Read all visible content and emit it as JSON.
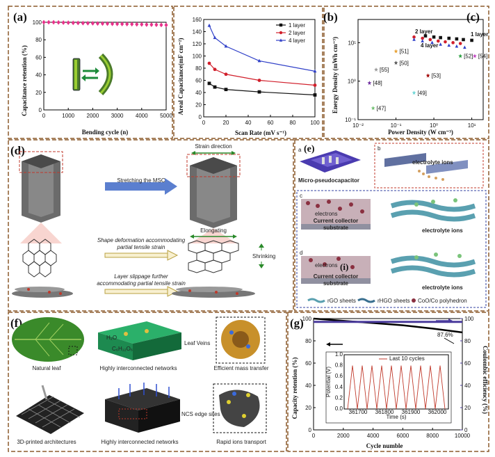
{
  "panels": {
    "a": {
      "label": "(a)"
    },
    "b": {
      "label": "(b)"
    },
    "c": {
      "label": "(c)"
    },
    "d": {
      "label": "(d)"
    },
    "e": {
      "label": "(e)"
    },
    "f": {
      "label": "(f)"
    },
    "g": {
      "label": "(g)"
    }
  },
  "chart_data": [
    {
      "id": "a",
      "type": "line",
      "xlabel": "Bending cycle (n)",
      "ylabel": "Capacitance retention (%)",
      "xlim": [
        0,
        5000
      ],
      "ylim": [
        0,
        100
      ],
      "xticks": [
        0,
        1000,
        2000,
        3000,
        4000,
        5000
      ],
      "yticks": [
        0,
        20,
        40,
        60,
        80,
        100
      ],
      "series": [
        {
          "color": "#e8338b",
          "marker": "diamond",
          "x": [
            0,
            200,
            400,
            600,
            800,
            1000,
            1200,
            1400,
            1600,
            1800,
            2000,
            2200,
            2400,
            2600,
            2800,
            3000,
            3200,
            3400,
            3600,
            3800,
            4000,
            4200,
            4400,
            4600,
            4800,
            5000
          ],
          "y": [
            100,
            100,
            100,
            99.8,
            99.6,
            99.5,
            99.3,
            99.2,
            99,
            98.9,
            98.8,
            98.6,
            98.5,
            98.4,
            98.2,
            98.1,
            98,
            97.9,
            97.8,
            97.6,
            97.5,
            97.3,
            97.2,
            97.1,
            96.9,
            96.8
          ]
        }
      ]
    },
    {
      "id": "b",
      "type": "line",
      "xlabel": "Scan Rate (mV s⁻¹)",
      "ylabel": "Areal Capacitance(mF cm⁻²)",
      "xlim": [
        0,
        100
      ],
      "ylim": [
        0,
        160
      ],
      "xticks": [
        0,
        20,
        40,
        60,
        80,
        100
      ],
      "yticks": [
        0,
        20,
        40,
        60,
        80,
        100,
        120,
        140,
        160
      ],
      "legend_position": "top-right",
      "series": [
        {
          "name": "1 layer",
          "color": "#111111",
          "marker": "square",
          "x": [
            5,
            10,
            20,
            50,
            100
          ],
          "y": [
            55,
            49,
            45,
            41,
            36
          ]
        },
        {
          "name": "2 layer",
          "color": "#d11f2b",
          "marker": "circle",
          "x": [
            5,
            10,
            20,
            50,
            100
          ],
          "y": [
            88,
            78,
            70,
            60,
            52
          ]
        },
        {
          "name": "4 layer",
          "color": "#3040c8",
          "marker": "triangle",
          "x": [
            5,
            10,
            20,
            50,
            100
          ],
          "y": [
            150,
            130,
            116,
            92,
            75
          ]
        }
      ]
    },
    {
      "id": "c",
      "type": "scatter",
      "xlabel": "Power Density (W cm⁻³)",
      "ylabel": "Energy Density (mWh cm⁻³)",
      "xscale": "log",
      "yscale": "log",
      "xlim": [
        0.01,
        20
      ],
      "ylim": [
        0.1,
        40
      ],
      "xticks": [
        "10⁻²",
        "10⁻¹",
        "10⁰",
        "10¹"
      ],
      "yticks": [
        "10⁻¹",
        "10⁰",
        "10¹"
      ],
      "series_labels": [
        {
          "name": "1 layer",
          "color": "#111111",
          "marker": "square",
          "x": [
            0.6,
            1,
            1.5,
            2.5,
            4,
            6,
            10
          ],
          "y": [
            15,
            14,
            13.5,
            13,
            12.5,
            12,
            11.5
          ]
        },
        {
          "name": "2 layer",
          "color": "#d11f2b",
          "marker": "circle",
          "x": [
            0.3,
            0.5,
            0.8,
            1.3,
            2,
            3.2,
            5
          ],
          "y": [
            14,
            13,
            12,
            11,
            10.5,
            10,
            9.5
          ]
        },
        {
          "name": "4 layer",
          "color": "#3040c8",
          "marker": "triangle",
          "x": [
            0.3,
            0.5,
            0.9,
            1.5,
            2.5,
            4,
            6.5
          ],
          "y": [
            12,
            11,
            10,
            9,
            8.5,
            8,
            7.5
          ]
        }
      ],
      "references": [
        {
          "name": "[51]",
          "color": "#e8a030",
          "x": 0.1,
          "y": 6
        },
        {
          "name": "[50]",
          "color": "#555555",
          "x": 0.1,
          "y": 3
        },
        {
          "name": "[52]",
          "color": "#2aa040",
          "x": 5,
          "y": 4.5
        },
        {
          "name": "[54]",
          "color": "#c040c0",
          "x": 12,
          "y": 4.5
        },
        {
          "name": "[53]",
          "color": "#a00000",
          "x": 0.7,
          "y": 1.4
        },
        {
          "name": "[55]",
          "color": "#999999",
          "x": 0.03,
          "y": 2
        },
        {
          "name": "[48]",
          "color": "#7030a0",
          "x": 0.02,
          "y": 0.9
        },
        {
          "name": "[49]",
          "color": "#6fd6d6",
          "x": 0.3,
          "y": 0.5
        },
        {
          "name": "[47]",
          "color": "#70c070",
          "x": 0.025,
          "y": 0.2
        }
      ]
    },
    {
      "id": "g",
      "type": "line",
      "xlabel": "Cycle numble",
      "ylabel": "Capacity retention (%)",
      "y2label": "Coulombic efficiency (%)",
      "xlim": [
        0,
        10000
      ],
      "ylim": [
        0,
        100
      ],
      "y2lim": [
        0,
        100
      ],
      "xticks": [
        0,
        2000,
        4000,
        6000,
        8000,
        10000
      ],
      "yticks": [
        0,
        20,
        40,
        60,
        80,
        100
      ],
      "y2ticks": [
        0,
        20,
        40,
        60,
        80,
        100
      ],
      "annotation": "87.6%",
      "series": [
        {
          "axis": "left",
          "color": "#000000",
          "x": [
            0,
            2000,
            4000,
            6000,
            8000,
            10000
          ],
          "y": [
            100,
            98,
            96,
            94,
            91,
            87.6
          ]
        },
        {
          "axis": "right",
          "color": "#4a3b9c",
          "x": [
            0,
            2000,
            4000,
            6000,
            8000,
            10000
          ],
          "y": [
            97,
            97,
            97,
            97,
            97,
            97
          ]
        }
      ],
      "inset": {
        "legend": "Last 10 cycles",
        "xlabel": "Time (s)",
        "ylabel": "Potential (V)",
        "xticks": [
          "361700",
          "361800",
          "361900",
          "362000"
        ],
        "yticks": [
          "0.0",
          "0.2",
          "0.4",
          "0.6",
          "0.8",
          "1.0"
        ],
        "cycles": 10,
        "peak_v": 0.8,
        "color": "#c0392b"
      }
    }
  ],
  "panel_d": {
    "stretching": "Stretching the MSC",
    "strain_direction": "Strain direction",
    "elongating": "Elongating",
    "shrinking": "Shrinking",
    "shape_def_1": "Shape deformation accommodating",
    "shape_def_2": "partial tensile strain",
    "layer_slip_1": "Layer slippage further",
    "layer_slip_2": "accommodating partial tensile strain"
  },
  "panel_e": {
    "sub_a": "a",
    "sub_b": "b",
    "sub_c": "c",
    "sub_d": "d",
    "micro": "Micro-pseudocapacitor",
    "electrolyte_ions": "electrolyte ions",
    "current_collector": "Current collector",
    "substrate": "substrate",
    "electrons": "electrons",
    "roman": "(i)",
    "legend_rgo": "rGO sheets",
    "legend_rhgo": "rHGO sheets",
    "legend_coo": "CoO/Co polyhedron"
  },
  "panel_f": {
    "natural_leaf": "Natural leaf",
    "networks_1": "Highly interconnected networks",
    "mass_transfer": "Efficient mass transfer",
    "leaf_veins": "Leaf Veins",
    "h2o": "H₂O",
    "c6": "C₆H₁₂O₆",
    "printed": "3D-printed architectures",
    "networks_2": "Highly interconnected networks",
    "ncs": "NCS edge sites",
    "rapid": "Rapid ions transport"
  }
}
